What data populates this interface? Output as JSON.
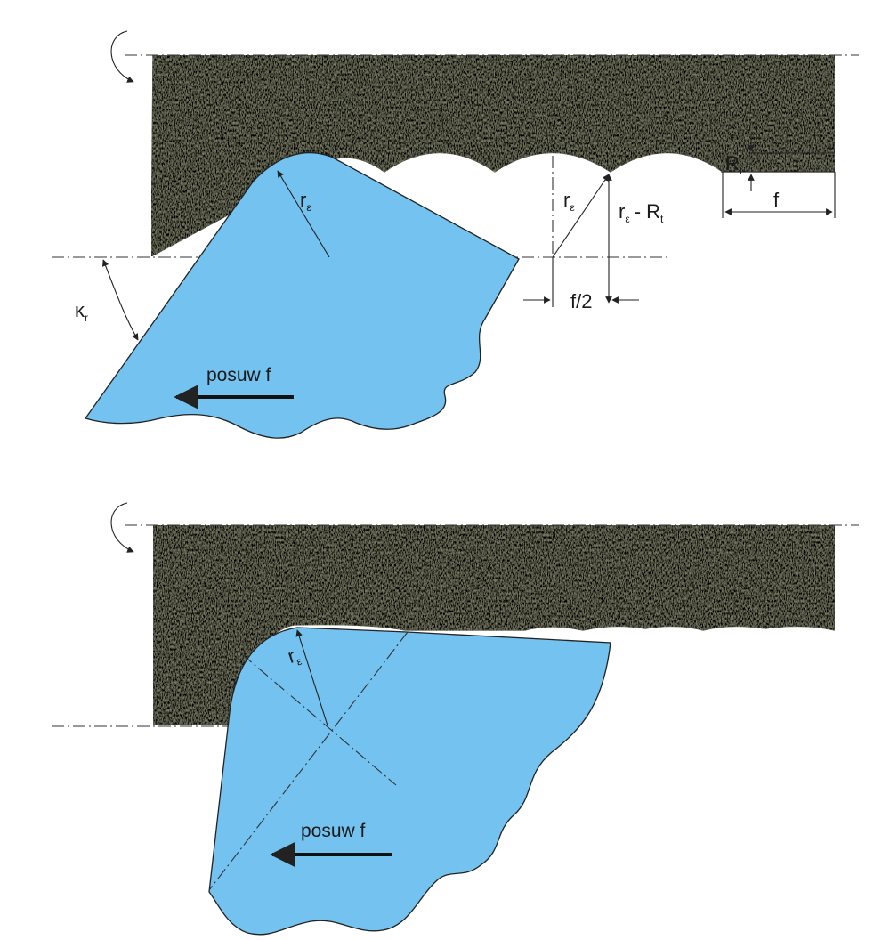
{
  "colors": {
    "workpiece": "#8d8f63",
    "tool": "#73c2ef",
    "line": "#222222"
  },
  "icons": [
    "rotation-arrow-icon",
    "feed-arrow-icon"
  ],
  "labels": {
    "r_eps": "r",
    "eps_sub": "ε",
    "r_eps_minus": "r",
    "r_eps_minus_sub": "ε",
    "minus_rt": "- R",
    "minus_rt_sub": "t",
    "rt": "R",
    "rt_sub": "t",
    "f": "f",
    "f_half": "f/2",
    "kappa": "κ",
    "kappa_sub": "r",
    "feed": "posuw f",
    "r_eps_bottom": "r",
    "eps_sub_bottom": "ε",
    "feed_bottom": "posuw f"
  }
}
